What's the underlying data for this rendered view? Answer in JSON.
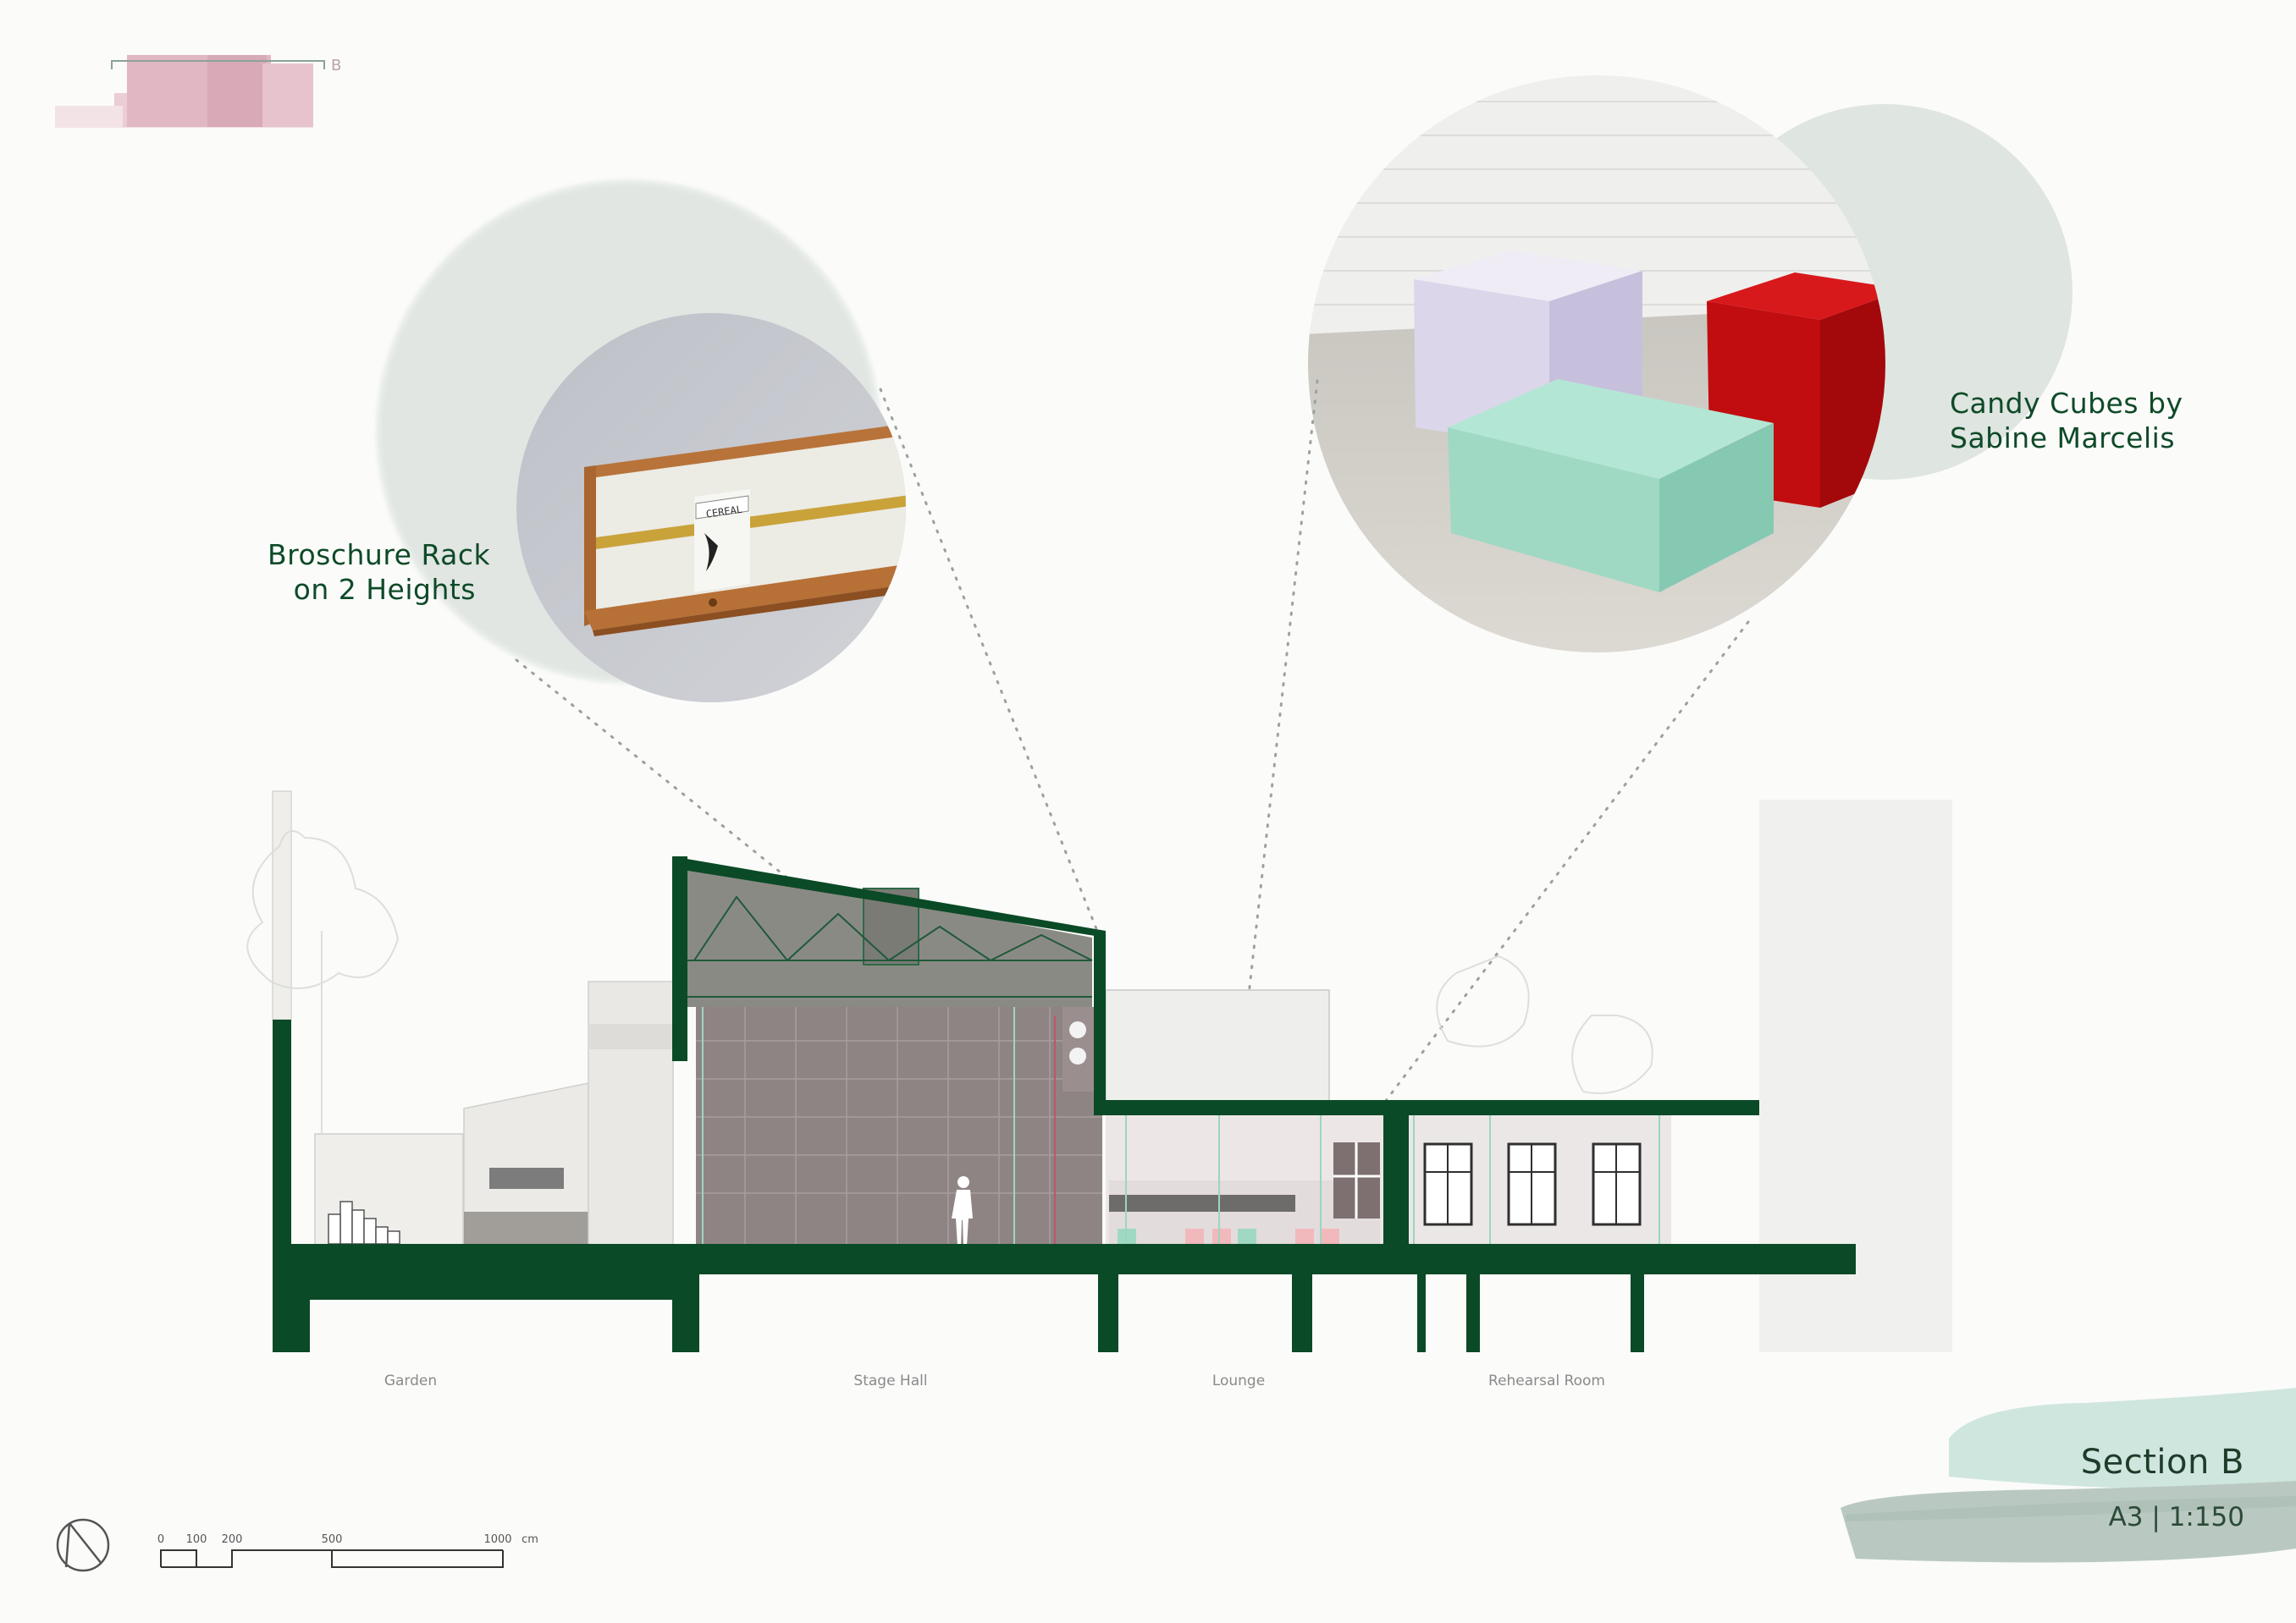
{
  "sheet": {
    "section_title": "Section B",
    "scale_text": "A3 | 1:150",
    "key_plan_letter": "B"
  },
  "callouts": {
    "left": {
      "line1": "Broschure Rack",
      "line2": "on 2 Heights"
    },
    "right": {
      "line1": "Candy Cubes by",
      "line2": "Sabine Marcelis"
    }
  },
  "photo_labels": {
    "magazine": "CEREAL"
  },
  "rooms": [
    {
      "label": "Garden"
    },
    {
      "label": "Stage Hall"
    },
    {
      "label": "Lounge"
    },
    {
      "label": "Rehearsal Room"
    }
  ],
  "scale_bar": {
    "ticks": [
      "0",
      "100",
      "200",
      "500",
      "1000"
    ],
    "unit": "cm"
  },
  "colors": {
    "structure": "#0b4a26",
    "stage_fill": "#8f8484",
    "roof_fill": "#8a8a85",
    "bubble_bg": "#dfe5e0",
    "cube_lilac": "#dcd6ea",
    "cube_red": "#c10d0f",
    "cube_mint": "#9fd9c4",
    "key_plan": "#d7aab6",
    "title_brush": "#cfe6df"
  },
  "icons": {
    "north_arrow": "north-arrow-icon"
  }
}
